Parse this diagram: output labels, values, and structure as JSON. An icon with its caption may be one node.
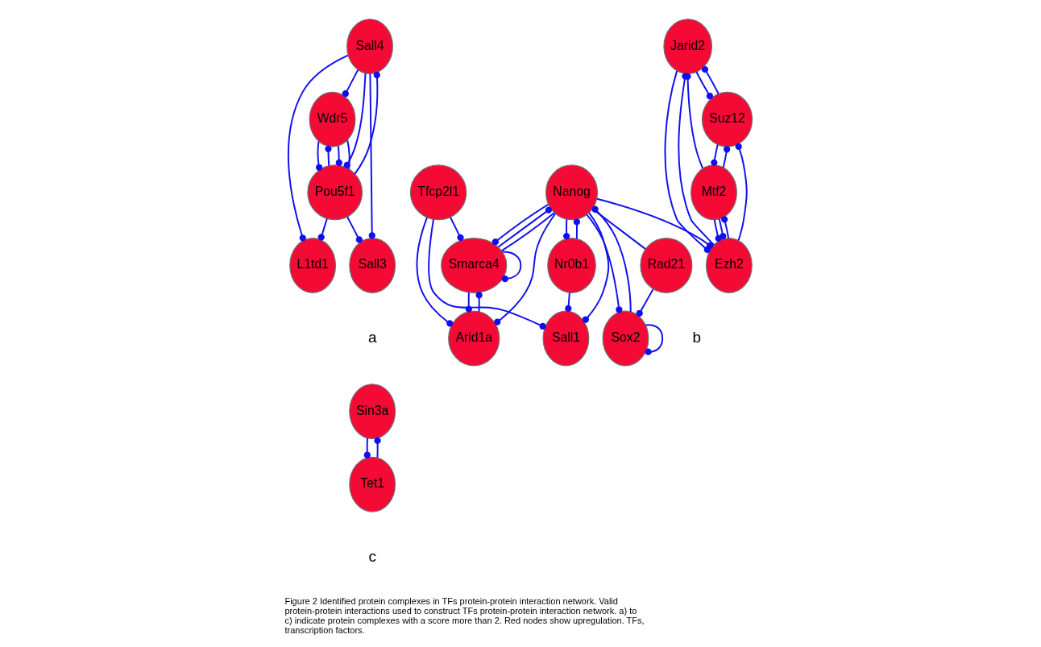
{
  "diagram": {
    "caption": "Figure 2 Identified protein complexes in TFs protein-protein interaction network. Valid protein-protein interactions used to construct TFs protein-protein interaction network. a) to c) indicate protein complexes with a score more than 2. Red nodes show upregulation. TFs, transcription factors.",
    "nodes": [
      {
        "text": [
          "Sall4"
        ]
      },
      {
        "text": [
          "Wdr5"
        ]
      },
      {
        "text": [
          "L1td1"
        ]
      },
      {
        "text": [
          "Pou5f1"
        ]
      },
      {
        "text": [
          "Sall3"
        ]
      },
      {
        "text": [
          "Jarid2"
        ]
      },
      {
        "text": [
          "Suz12"
        ]
      },
      {
        "text": [
          "Ezh2"
        ]
      },
      {
        "text": [
          "Mtf2"
        ]
      },
      {
        "text": [
          "Smarca4"
        ]
      },
      {
        "text": [
          "Arid1a"
        ]
      },
      {
        "text": [
          "Nanog"
        ]
      },
      {
        "text": [
          "Sox2"
        ]
      },
      {
        "text": [
          "Tfcp2l1"
        ]
      },
      {
        "text": [
          "Nr0b1"
        ]
      },
      {
        "text": [
          "Sall1"
        ]
      },
      {
        "text": [
          "Rad21"
        ]
      },
      {
        "text": [
          "Sin3a"
        ]
      },
      {
        "text": [
          "Tet1"
        ]
      }
    ],
    "edges": [
      {
        "from": 0,
        "to": 1,
        "arrow": "other"
      },
      {
        "from": 3,
        "to": 0,
        "arrow": "other"
      },
      {
        "from": 0,
        "to": 2,
        "arrow": "other"
      },
      {
        "from": 1,
        "to": 3,
        "arrow": "other"
      },
      {
        "from": 3,
        "to": 1,
        "arrow": "other"
      },
      {
        "from": 1,
        "to": 3,
        "arrow": "other"
      },
      {
        "from": 1,
        "to": 3,
        "arrow": "none"
      },
      {
        "from": 3,
        "to": 2,
        "arrow": "other"
      },
      {
        "from": 0,
        "to": 3,
        "arrow": "other"
      },
      {
        "from": 0,
        "to": 4,
        "arrow": "other"
      },
      {
        "from": 3,
        "to": 4,
        "arrow": "other"
      },
      {
        "from": 5,
        "to": 6,
        "arrow": "other"
      },
      {
        "from": 6,
        "to": 5,
        "arrow": "other"
      },
      {
        "from": 7,
        "to": 5,
        "arrow": "other"
      },
      {
        "from": 8,
        "to": 5,
        "arrow": "other"
      },
      {
        "from": 5,
        "to": 7,
        "arrow": "other"
      },
      {
        "from": 7,
        "to": 6,
        "arrow": "other"
      },
      {
        "from": 8,
        "to": 6,
        "arrow": "other"
      },
      {
        "from": 6,
        "to": 8,
        "arrow": "other"
      },
      {
        "from": 8,
        "to": 7,
        "arrow": "other"
      },
      {
        "from": 7,
        "to": 8,
        "arrow": "other"
      },
      {
        "from": 8,
        "to": 7,
        "arrow": "other"
      },
      {
        "from": 11,
        "to": 7,
        "arrow": "other"
      },
      {
        "from": 10,
        "to": 9,
        "arrow": "other"
      },
      {
        "from": 9,
        "to": 9,
        "arrow": "other"
      },
      {
        "from": 9,
        "to": 10,
        "arrow": "other"
      },
      {
        "from": 13,
        "to": 9,
        "arrow": "other"
      },
      {
        "from": 11,
        "to": 10,
        "arrow": "other"
      },
      {
        "from": 11,
        "to": 9,
        "arrow": "other"
      },
      {
        "from": 9,
        "to": 11,
        "arrow": "other"
      },
      {
        "from": 9,
        "to": 11,
        "arrow": "none"
      },
      {
        "from": 13,
        "to": 10,
        "arrow": "other"
      },
      {
        "from": 11,
        "to": 12,
        "arrow": "other"
      },
      {
        "from": 12,
        "to": 11,
        "arrow": "other"
      },
      {
        "from": 11,
        "to": 16,
        "arrow": "none"
      },
      {
        "from": 12,
        "to": 12,
        "arrow": "other"
      },
      {
        "from": 16,
        "to": 12,
        "arrow": "other"
      },
      {
        "from": 14,
        "to": 11,
        "arrow": "other"
      },
      {
        "from": 11,
        "to": 14,
        "arrow": "other"
      },
      {
        "from": 11,
        "to": 15,
        "arrow": "other"
      },
      {
        "from": 13,
        "to": 15,
        "arrow": "other"
      },
      {
        "from": 14,
        "to": 15,
        "arrow": "other"
      },
      {
        "from": 17,
        "to": 18,
        "arrow": "other"
      },
      {
        "from": 18,
        "to": 17,
        "arrow": "other"
      }
    ],
    "labels": [
      "a",
      "b",
      "c"
    ]
  }
}
